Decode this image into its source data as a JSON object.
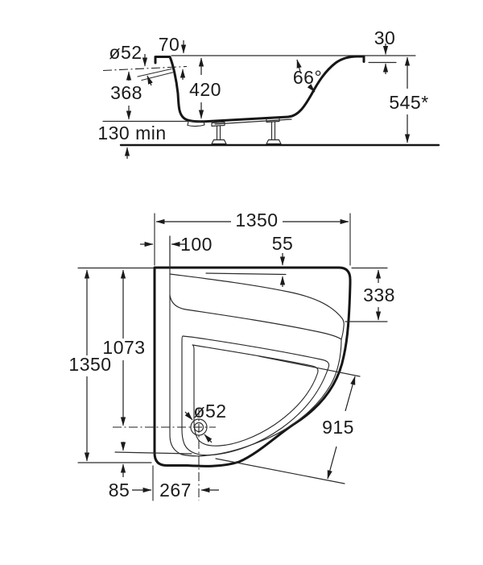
{
  "drawing": {
    "type": "bathtub technical dimension drawing",
    "side_view": {
      "labels": {
        "overflow_diameter": "ø52",
        "rim_to_overflow": "70",
        "rim_edge_height": "30",
        "inner_depth": "420",
        "overflow_height": "368",
        "backrest_angle": "66°",
        "overall_height": "545*",
        "floor_clearance": "130 min"
      }
    },
    "plan_view": {
      "labels": {
        "overall_width": "1350",
        "left_rim_width": "100",
        "top_rim_width": "55",
        "headrest_ledge_depth": "338",
        "drain_distance_from_top": "1073",
        "overall_depth": "1350",
        "drain_diameter": "ø52",
        "inner_radius": "915",
        "bottom_edge_offset": "85",
        "drain_distance_from_left": "267"
      }
    },
    "line_color": "#1b1b1b",
    "background_color": "#ffffff"
  }
}
